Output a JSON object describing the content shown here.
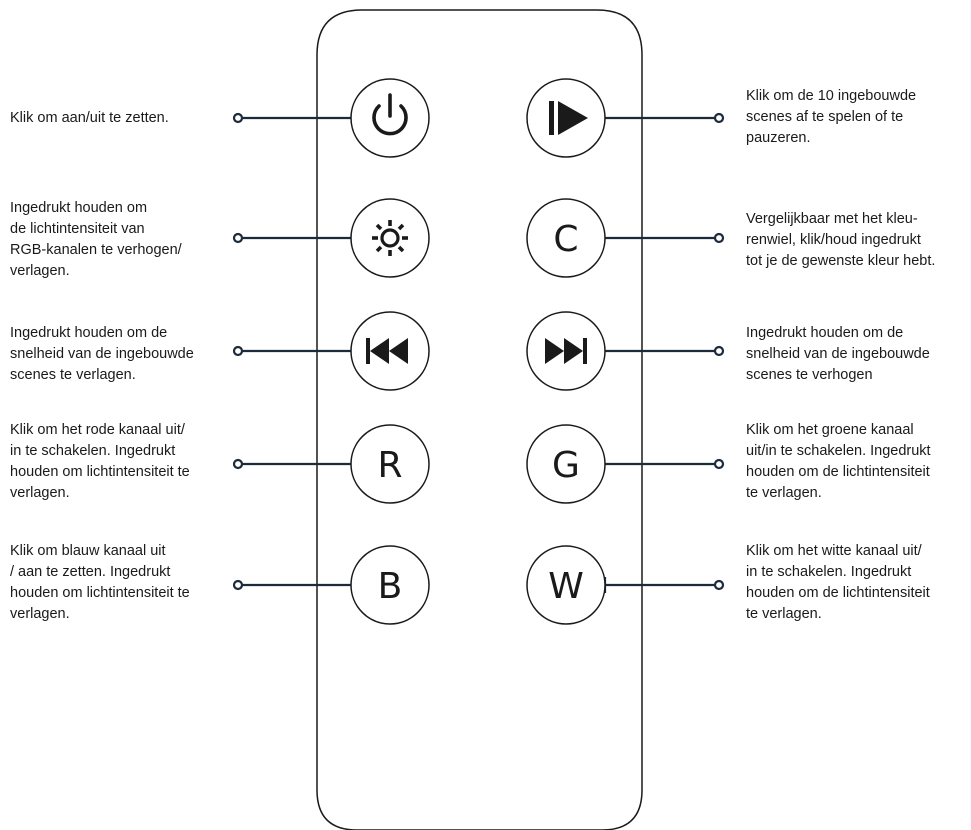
{
  "colors": {
    "outline": "#1a1a1a",
    "connector": "#1b2b3c",
    "icon": "#1a1a1a",
    "text": "#1a1a1a",
    "background": "#ffffff"
  },
  "buttons": [
    {
      "key": "power",
      "icon": "power-icon",
      "letter": ""
    },
    {
      "key": "play_pause",
      "icon": "play-pause-icon",
      "letter": ""
    },
    {
      "key": "brightness",
      "icon": "sun-icon",
      "letter": ""
    },
    {
      "key": "color",
      "icon": "",
      "letter": "C"
    },
    {
      "key": "rewind",
      "icon": "rewind-icon",
      "letter": ""
    },
    {
      "key": "fast_forward",
      "icon": "fast-forward-icon",
      "letter": ""
    },
    {
      "key": "red",
      "icon": "",
      "letter": "R"
    },
    {
      "key": "green",
      "icon": "",
      "letter": "G"
    },
    {
      "key": "blue",
      "icon": "",
      "letter": "B"
    },
    {
      "key": "white",
      "icon": "",
      "letter": "W"
    }
  ],
  "labels": {
    "power": [
      "Klik om aan/uit te zetten."
    ],
    "play_pause": [
      "Klik om de 10 ingebouwde",
      "scenes af te spelen of te",
      "pauzeren."
    ],
    "brightness": [
      "Ingedrukt houden om",
      "de lichtintensiteit van",
      "RGB-kanalen te verhogen/",
      "verlagen."
    ],
    "color": [
      "Vergelijkbaar met het kleu-",
      "renwiel, klik/houd ingedrukt",
      "tot je de gewenste kleur hebt."
    ],
    "rewind": [
      "Ingedrukt houden om de",
      "snelheid van de ingebouwde",
      "scenes te verlagen."
    ],
    "fast_forward": [
      "Ingedrukt houden om de",
      "snelheid van de ingebouwde",
      "scenes te verhogen"
    ],
    "red": [
      "Klik om het rode kanaal uit/",
      "in te schakelen. Ingedrukt",
      "houden om lichtintensiteit te",
      "verlagen."
    ],
    "green": [
      "Klik om het groene kanaal",
      "uit/in te schakelen. Ingedrukt",
      "houden om de lichtintensiteit",
      "te verlagen."
    ],
    "blue": [
      "Klik om blauw kanaal uit",
      "/ aan te zetten. Ingedrukt",
      "houden om lichtintensiteit te",
      "verlagen."
    ],
    "white": [
      "Klik om het witte kanaal uit/",
      "in te schakelen. Ingedrukt",
      "houden om de lichtintensiteit",
      "te verlagen."
    ]
  }
}
